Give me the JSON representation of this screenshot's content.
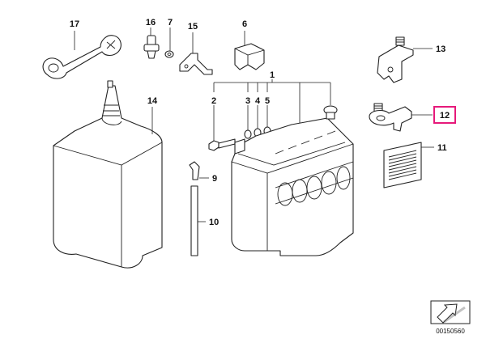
{
  "callouts": {
    "c1": "1",
    "c2": "2",
    "c3": "3",
    "c4": "4",
    "c5": "5",
    "c6": "6",
    "c7": "7",
    "c9": "9",
    "c10": "10",
    "c11": "11",
    "c12": "12",
    "c13": "13",
    "c14": "14",
    "c15": "15",
    "c16": "16",
    "c17": "17"
  },
  "highlighted_callout": "12",
  "highlight_color": "#e6197a",
  "sheet_number": "00150560"
}
